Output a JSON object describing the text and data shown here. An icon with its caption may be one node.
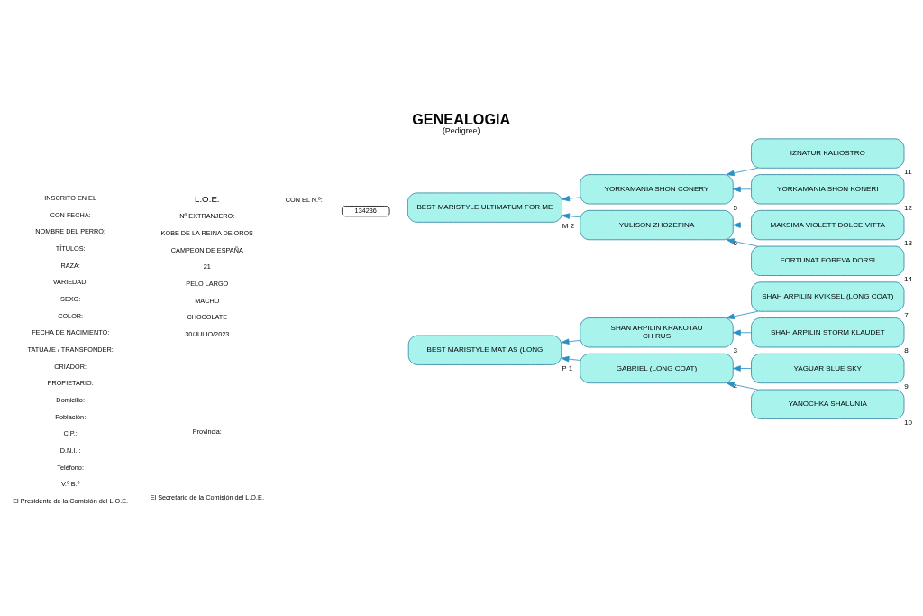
{
  "diagram": {
    "title": "GENEALOGIA",
    "caption": "(Pedigree)",
    "nodes": [
      {
        "text": [
          "BEST MARISTYLE MATIAS (LONG"
        ],
        "beside": [
          "P",
          "1"
        ]
      },
      {
        "text": [
          "SHAN ARPILIN KRAKOTAU",
          "CH RUS"
        ],
        "beside": [
          "3"
        ]
      },
      {
        "text": [
          "GABRIEL (LONG COAT)"
        ],
        "beside": [
          "4"
        ]
      },
      {
        "text": [
          "SHAH ARPILIN KVIKSEL (LONG COAT)"
        ],
        "beside": [
          "7"
        ]
      },
      {
        "text": [
          "SHAH ARPILIN STORM KLAUDET"
        ],
        "beside": [
          "8"
        ]
      },
      {
        "text": [
          "YAGUAR BLUE SKY"
        ],
        "beside": [
          "9"
        ]
      },
      {
        "text": [
          "YANOCHKA SHALUNIA"
        ],
        "beside": [
          "10"
        ]
      },
      {
        "text": [
          "BEST MARISTYLE ULTIMATUM FOR ME"
        ],
        "beside": [
          "M",
          "2"
        ]
      },
      {
        "text": [
          "YORKAMANIA SHON CONERY"
        ],
        "beside": [
          "5"
        ]
      },
      {
        "text": [
          "YULISON ZHOZEFINA"
        ],
        "beside": [
          "6"
        ]
      },
      {
        "text": [
          "IZNATUR KALIOSTRO"
        ],
        "beside": [
          "11"
        ]
      },
      {
        "text": [
          "YORKAMANIA SHON KONERI"
        ],
        "beside": [
          "12"
        ]
      },
      {
        "text": [
          "MAKSIMA VIOLETT DOLCE VITTA"
        ],
        "beside": [
          "13"
        ]
      },
      {
        "text": [
          "FORTUNAT FOREVA DORSI"
        ],
        "beside": [
          "14"
        ]
      }
    ],
    "edges": [
      {
        "from": 1,
        "to": 0,
        "arrow": "to"
      },
      {
        "from": 2,
        "to": 0,
        "arrow": "to"
      },
      {
        "from": 3,
        "to": 1,
        "arrow": "to"
      },
      {
        "from": 4,
        "to": 1,
        "arrow": "to"
      },
      {
        "from": 5,
        "to": 2,
        "arrow": "to"
      },
      {
        "from": 6,
        "to": 2,
        "arrow": "to"
      },
      {
        "from": 8,
        "to": 7,
        "arrow": "to"
      },
      {
        "from": 9,
        "to": 7,
        "arrow": "to"
      },
      {
        "from": 10,
        "to": 8,
        "arrow": "to"
      },
      {
        "from": 11,
        "to": 8,
        "arrow": "to"
      },
      {
        "from": 12,
        "to": 9,
        "arrow": "to"
      },
      {
        "from": 13,
        "to": 9,
        "arrow": "to"
      }
    ],
    "labels": [
      "INSCRITO EN EL",
      "L.O.E.",
      "CON EL N.º:",
      "134236",
      "CON FECHA:",
      "Nº EXTRANJERO:",
      "NOMBRE DEL PERRO:",
      "KOBE DE LA REINA DE OROS",
      "TÍTULOS:",
      "CAMPEON DE ESPAÑA",
      "RAZA:",
      "21",
      "VARIEDAD:",
      "PELO LARGO",
      "SEXO:",
      "MACHO",
      "COLOR:",
      "CHOCOLATE",
      "FECHA DE NACIMIENTO:",
      "30/JULIO/2023",
      "TATUAJE / TRANSPONDER:",
      "CRIADOR:",
      "PROPIETARIO:",
      "Domicilio:",
      "Población:",
      "C.P.:",
      "Provincia:",
      "D.N.I. :",
      "Teléfono:",
      "V.º B.º",
      "El Presidente de la Comisión del L.O.E.",
      "El Secretario de la Comisión del L.O.E."
    ]
  }
}
